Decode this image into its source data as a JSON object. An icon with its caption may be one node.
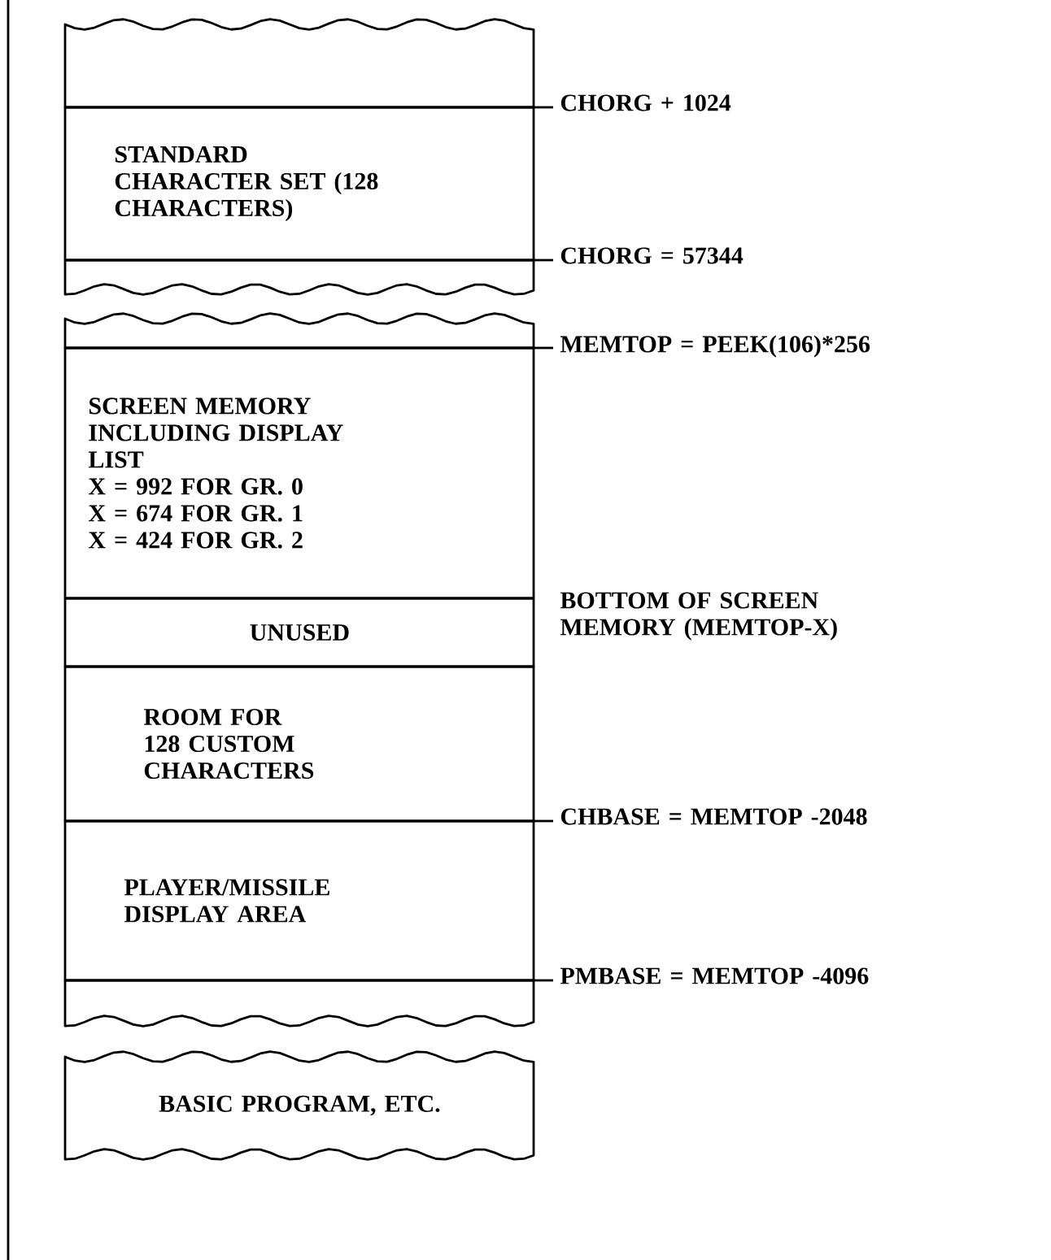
{
  "diagram": {
    "nodes": [
      {
        "text": [],
        "shape": "box"
      },
      {
        "text": [
          "STANDARD CHARACTER SET (128 CHARACTERS)"
        ]
      },
      {
        "text": [],
        "shape": "box"
      },
      {
        "text": [],
        "shape": "box"
      },
      {
        "text": [
          "SCREEN MEMORY INCLUDING DISPLAY LIST",
          "X = 992 FOR GR. 0",
          "X = 674 FOR GR. 1",
          "X = 424 FOR GR. 2"
        ]
      },
      {
        "text": [
          "UNUSED"
        ]
      },
      {
        "text": [
          "ROOM FOR 128 CUSTOM CHARACTERS"
        ]
      },
      {
        "text": [
          "PLAYER/MISSILE DISPLAY AREA"
        ]
      },
      {
        "text": [],
        "shape": "box"
      },
      {
        "text": [
          "BASIC PROGRAM, ETC."
        ]
      }
    ],
    "labels": [
      "CHORG + 1024",
      "CHORG = 57344",
      "MEMTOP = PEEK(106)*256",
      "BOTTOM OF SCREEN MEMORY (MEMTOP-X)",
      "CHBASE = MEMTOP -2048",
      "PMBASE = MEMTOP -4096"
    ]
  }
}
